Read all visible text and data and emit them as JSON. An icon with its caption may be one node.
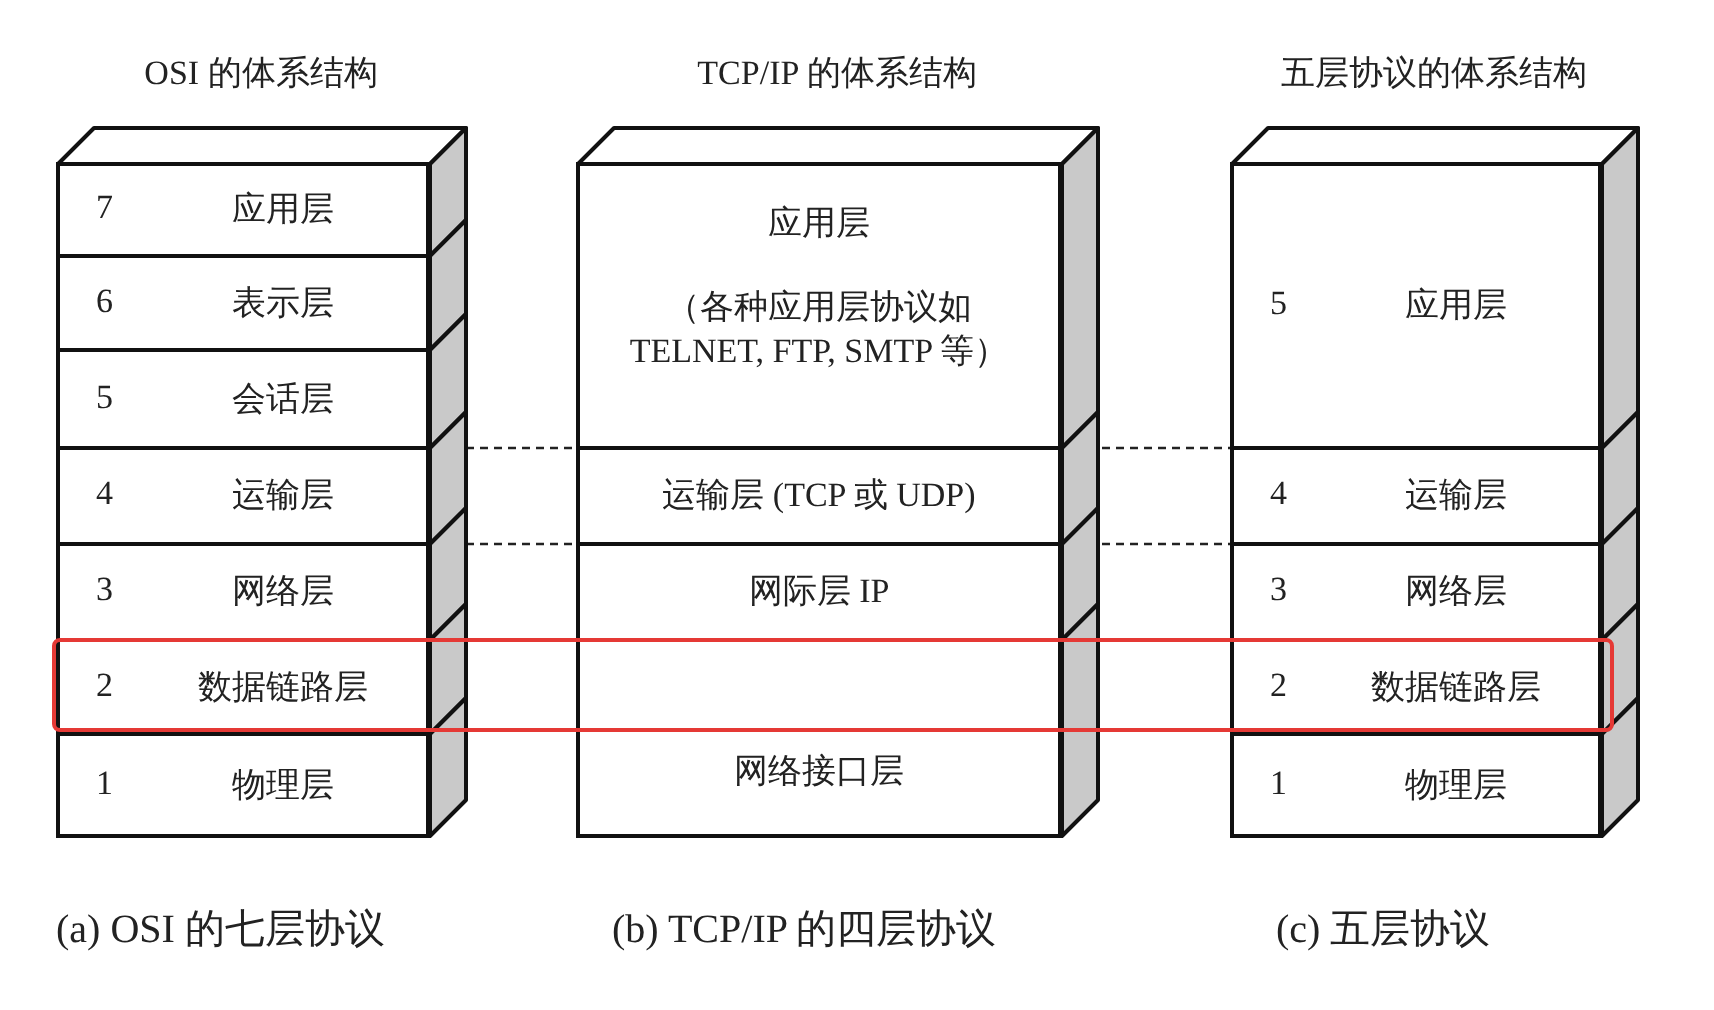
{
  "diagram": {
    "nodes": [
      {
        "text": [
          "OSI 的体系结构"
        ],
        "beside": [
          "(a) OSI 的七层协议"
        ]
      },
      {
        "text": [
          "7",
          "应用层"
        ],
        "in": 0
      },
      {
        "text": [
          "6",
          "表示层"
        ],
        "in": 0
      },
      {
        "text": [
          "5",
          "会话层"
        ],
        "in": 0
      },
      {
        "text": [
          "4",
          "运输层"
        ],
        "in": 0
      },
      {
        "text": [
          "3",
          "网络层"
        ],
        "in": 0
      },
      {
        "text": [
          "2",
          "数据链路层"
        ],
        "in": 0
      },
      {
        "text": [
          "1",
          "物理层"
        ],
        "in": 0
      },
      {
        "text": [
          "TCP/IP 的体系结构"
        ],
        "beside": [
          "(b) TCP/IP 的四层协议"
        ]
      },
      {
        "text": [
          "应用层",
          "（各种应用层协议如 TELNET, FTP, SMTP 等）"
        ],
        "in": 8
      },
      {
        "text": [
          "运输层 (TCP 或 UDP)"
        ],
        "in": 8
      },
      {
        "text": [
          "网际层 IP"
        ],
        "in": 8
      },
      {
        "text": [
          "网络接口层"
        ],
        "in": 8
      },
      {
        "text": [
          "五层协议的体系结构"
        ],
        "beside": [
          "(c) 五层协议"
        ]
      },
      {
        "text": [
          "5",
          "应用层"
        ],
        "in": 13
      },
      {
        "text": [
          "4",
          "运输层"
        ],
        "in": 13
      },
      {
        "text": [
          "3",
          "网络层"
        ],
        "in": 13
      },
      {
        "text": [
          "2",
          "数据链路层"
        ],
        "in": 13
      },
      {
        "text": [
          "1",
          "物理层"
        ],
        "in": 13
      }
    ]
  }
}
